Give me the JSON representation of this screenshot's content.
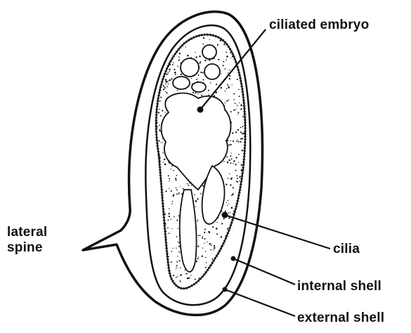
{
  "diagram": {
    "labels": {
      "ciliated_embryo": "ciliated embryo",
      "lateral_spine": "lateral\nspine",
      "cilia": "cilia",
      "internal_shell": "internal shell",
      "external_shell": "external shell"
    },
    "colors": {
      "ink": "#111111",
      "background": "#ffffff"
    }
  }
}
